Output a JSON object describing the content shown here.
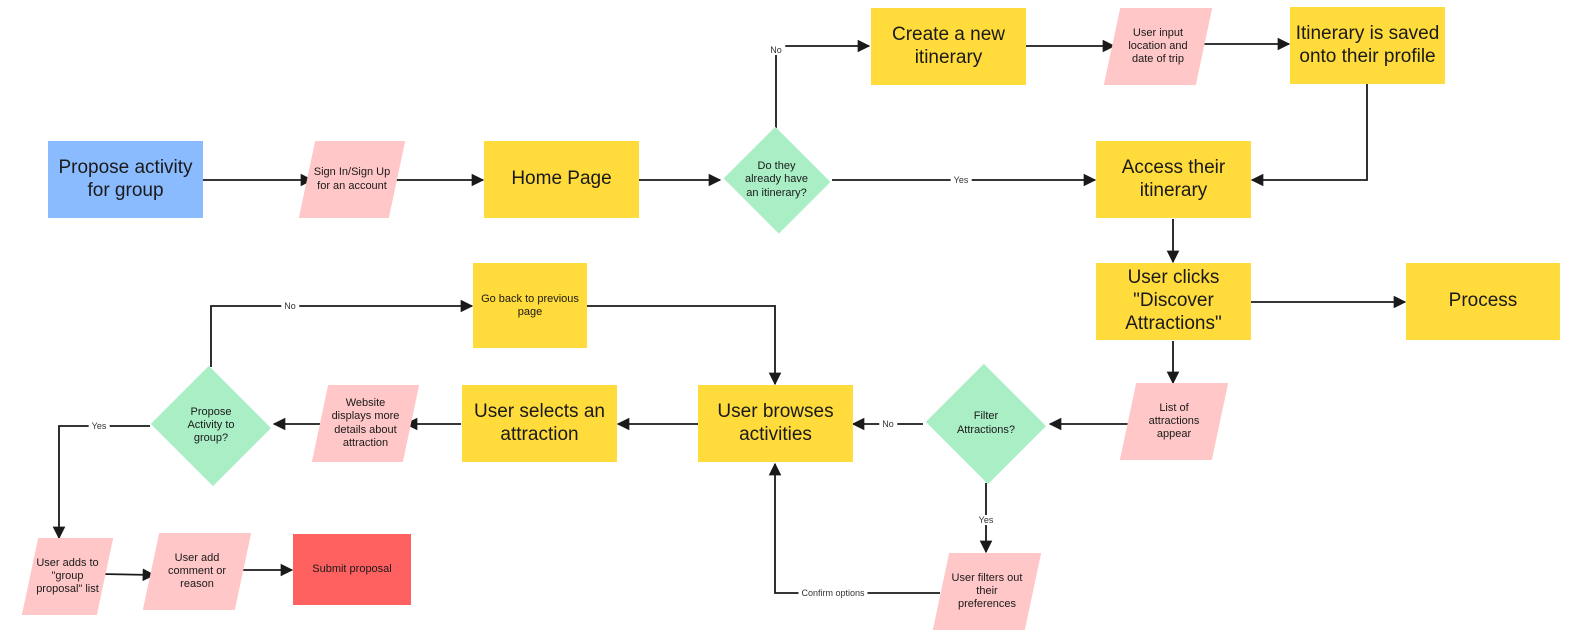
{
  "colors": {
    "blue": "#8abbff",
    "yellow": "#ffdb3b",
    "pink": "#ffc7c7",
    "green": "#aaeec6",
    "red": "#ff6161",
    "line": "#1a1a1a"
  },
  "nodes": {
    "propose_activity": "Propose activity for group",
    "sign_in": "Sign In/Sign Up for an account",
    "home_page": "Home Page",
    "have_itinerary": "Do they already have an itinerary?",
    "create_itinerary": "Create a new itinerary",
    "user_input": "User input location and date of trip",
    "itinerary_saved": "Itinerary is saved onto their profile",
    "access_itinerary": "Access their itinerary",
    "discover_attractions": "User clicks \"Discover Attractions\"",
    "process": "Process",
    "list_attractions": "List of attractions appear",
    "filter_attractions": "Filter Attractions?",
    "user_filters": "User filters out their preferences",
    "browse_activities": "User browses activities",
    "go_back": "Go back to previous page",
    "select_attraction": "User selects an attraction",
    "website_details": "Website displays more details about attraction",
    "propose_to_group": "Propose Activity to group?",
    "adds_to_list": "User adds to \"group proposal\" list",
    "add_comment": "User add comment or reason",
    "submit_proposal": "Submit proposal"
  },
  "edge_labels": {
    "no_create": "No",
    "yes_access": "Yes",
    "no_go_back": "No",
    "yes_propose": "Yes",
    "no_filter": "No",
    "yes_filter": "Yes",
    "confirm_options": "Confirm options"
  }
}
